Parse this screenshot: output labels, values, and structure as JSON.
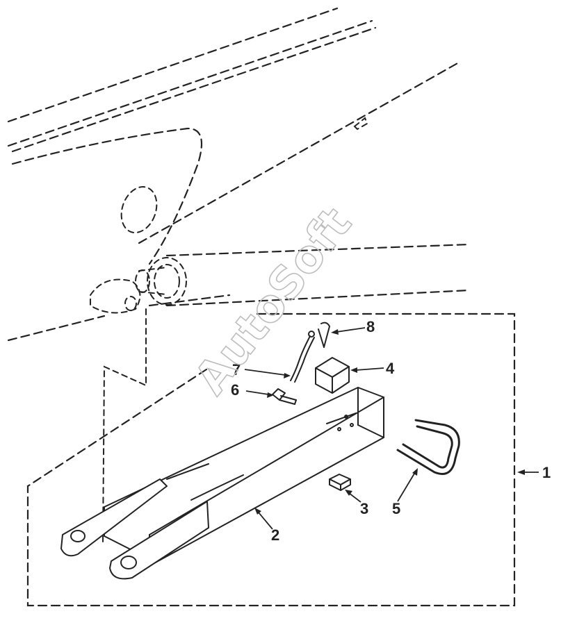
{
  "watermark": "AutoSoft",
  "callouts": [
    {
      "id": "1",
      "label": "1"
    },
    {
      "id": "2",
      "label": "2"
    },
    {
      "id": "3",
      "label": "3"
    },
    {
      "id": "4",
      "label": "4"
    },
    {
      "id": "5",
      "label": "5"
    },
    {
      "id": "6",
      "label": "6"
    },
    {
      "id": "7",
      "label": "7"
    },
    {
      "id": "8",
      "label": "8"
    }
  ]
}
